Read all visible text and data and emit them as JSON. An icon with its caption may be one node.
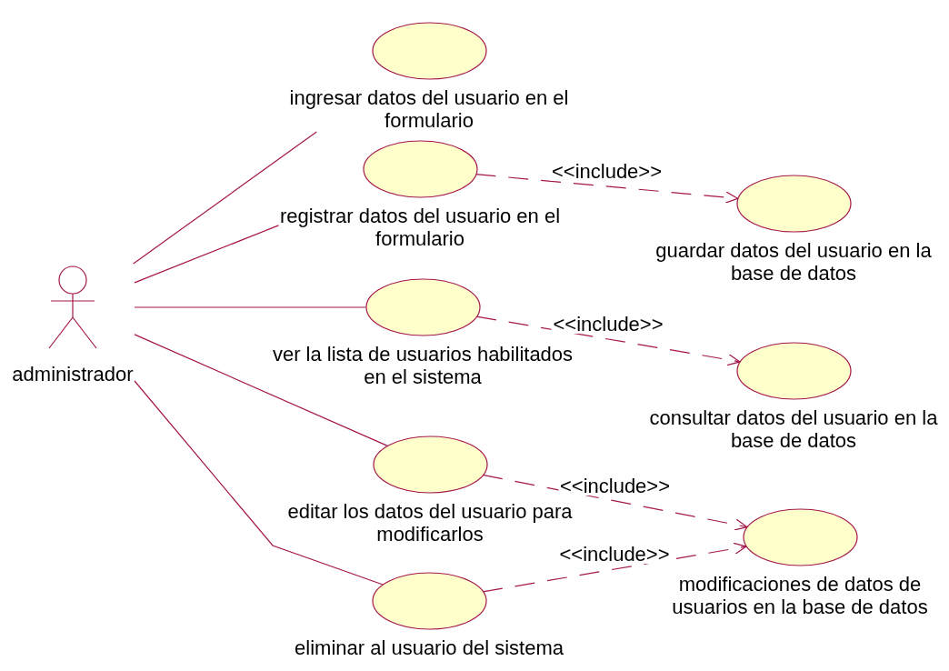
{
  "diagram": {
    "nodes": [
      {
        "text": [
          "administrador"
        ]
      },
      {
        "text": [
          "ingresar datos del usuario en el formulario"
        ]
      },
      {
        "text": [
          "registrar datos del usuario en el formulario"
        ]
      },
      {
        "text": [
          "guardar datos del usuario en la base de datos"
        ]
      },
      {
        "text": [
          "ver la lista de usuarios habilitados en el sistema"
        ]
      },
      {
        "text": [
          "consultar datos del usuario en la base de datos"
        ]
      },
      {
        "text": [
          "editar los datos del usuario para modificarlos"
        ]
      },
      {
        "text": [
          "modificaciones de datos de usuarios en la base de datos"
        ]
      },
      {
        "text": [
          "eliminar al usuario del sistema"
        ]
      }
    ],
    "edges": [
      {
        "from": 0,
        "to": 1,
        "arrow": "none"
      },
      {
        "from": 0,
        "to": 2,
        "arrow": "none"
      },
      {
        "from": 0,
        "to": 4,
        "arrow": "none"
      },
      {
        "from": 0,
        "to": 6,
        "arrow": "none"
      },
      {
        "from": 0,
        "to": 8,
        "arrow": "none"
      },
      {
        "from": 2,
        "to": 3,
        "arrow": "to",
        "style": "dashed",
        "label": "<<include>>"
      },
      {
        "from": 4,
        "to": 5,
        "arrow": "to",
        "style": "dashed",
        "label": "<<include>>"
      },
      {
        "from": 6,
        "to": 7,
        "arrow": "to",
        "style": "dashed",
        "label": "<<include>>"
      },
      {
        "from": 8,
        "to": 7,
        "arrow": "to",
        "style": "dashed",
        "label": "<<include>>"
      }
    ]
  }
}
